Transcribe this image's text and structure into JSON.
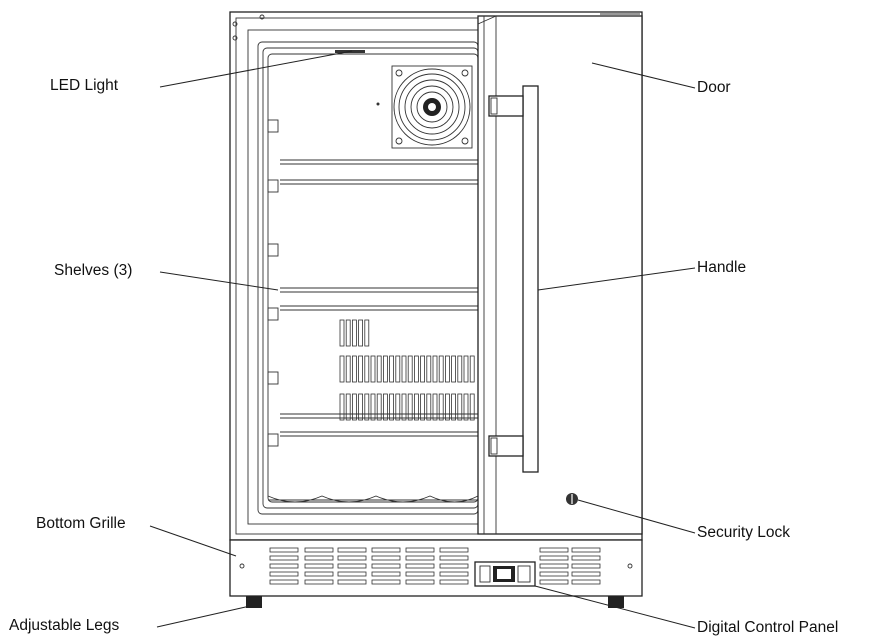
{
  "labels": {
    "led_light": "LED Light",
    "shelves": "Shelves (3)",
    "bottom_grille": "Bottom Grille",
    "adjustable_legs": "Adjustable Legs",
    "door": "Door",
    "handle": "Handle",
    "security_lock": "Security Lock",
    "digital_control_panel": "Digital Control Panel"
  }
}
